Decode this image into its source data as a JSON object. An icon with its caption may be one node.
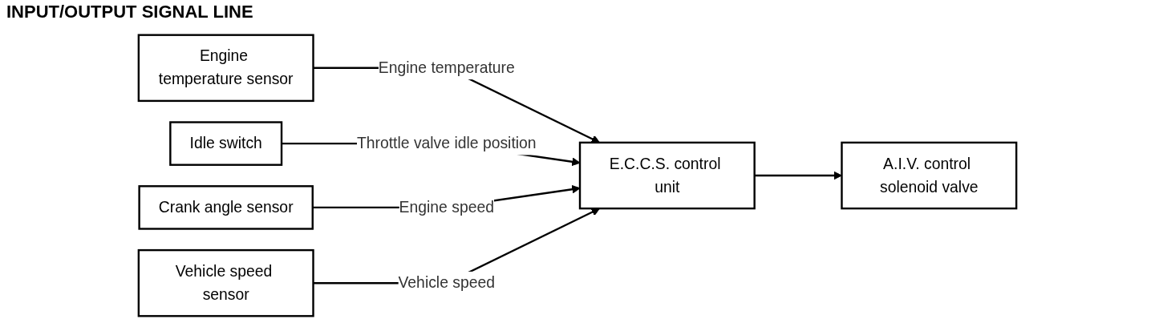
{
  "diagram": {
    "title": "INPUT/OUTPUT SIGNAL LINE",
    "nodes": [
      {
        "text": [
          "Engine temperature sensor"
        ]
      },
      {
        "text": [
          "Idle switch"
        ]
      },
      {
        "text": [
          "Crank angle sensor"
        ]
      },
      {
        "text": [
          "Vehicle speed sensor"
        ]
      },
      {
        "text": [
          "E.C.C.S. control unit"
        ]
      },
      {
        "text": [
          "A.I.V. control solenoid valve"
        ]
      }
    ],
    "edges": [
      {
        "from": 0,
        "to": 4,
        "arrow": "to",
        "label": "Engine temperature"
      },
      {
        "from": 1,
        "to": 4,
        "arrow": "to",
        "label": "Throttle valve idle position"
      },
      {
        "from": 2,
        "to": 4,
        "arrow": "to",
        "label": "Engine speed"
      },
      {
        "from": 3,
        "to": 4,
        "arrow": "to",
        "label": "Vehicle speed"
      },
      {
        "from": 4,
        "to": 5,
        "arrow": "to"
      }
    ]
  }
}
